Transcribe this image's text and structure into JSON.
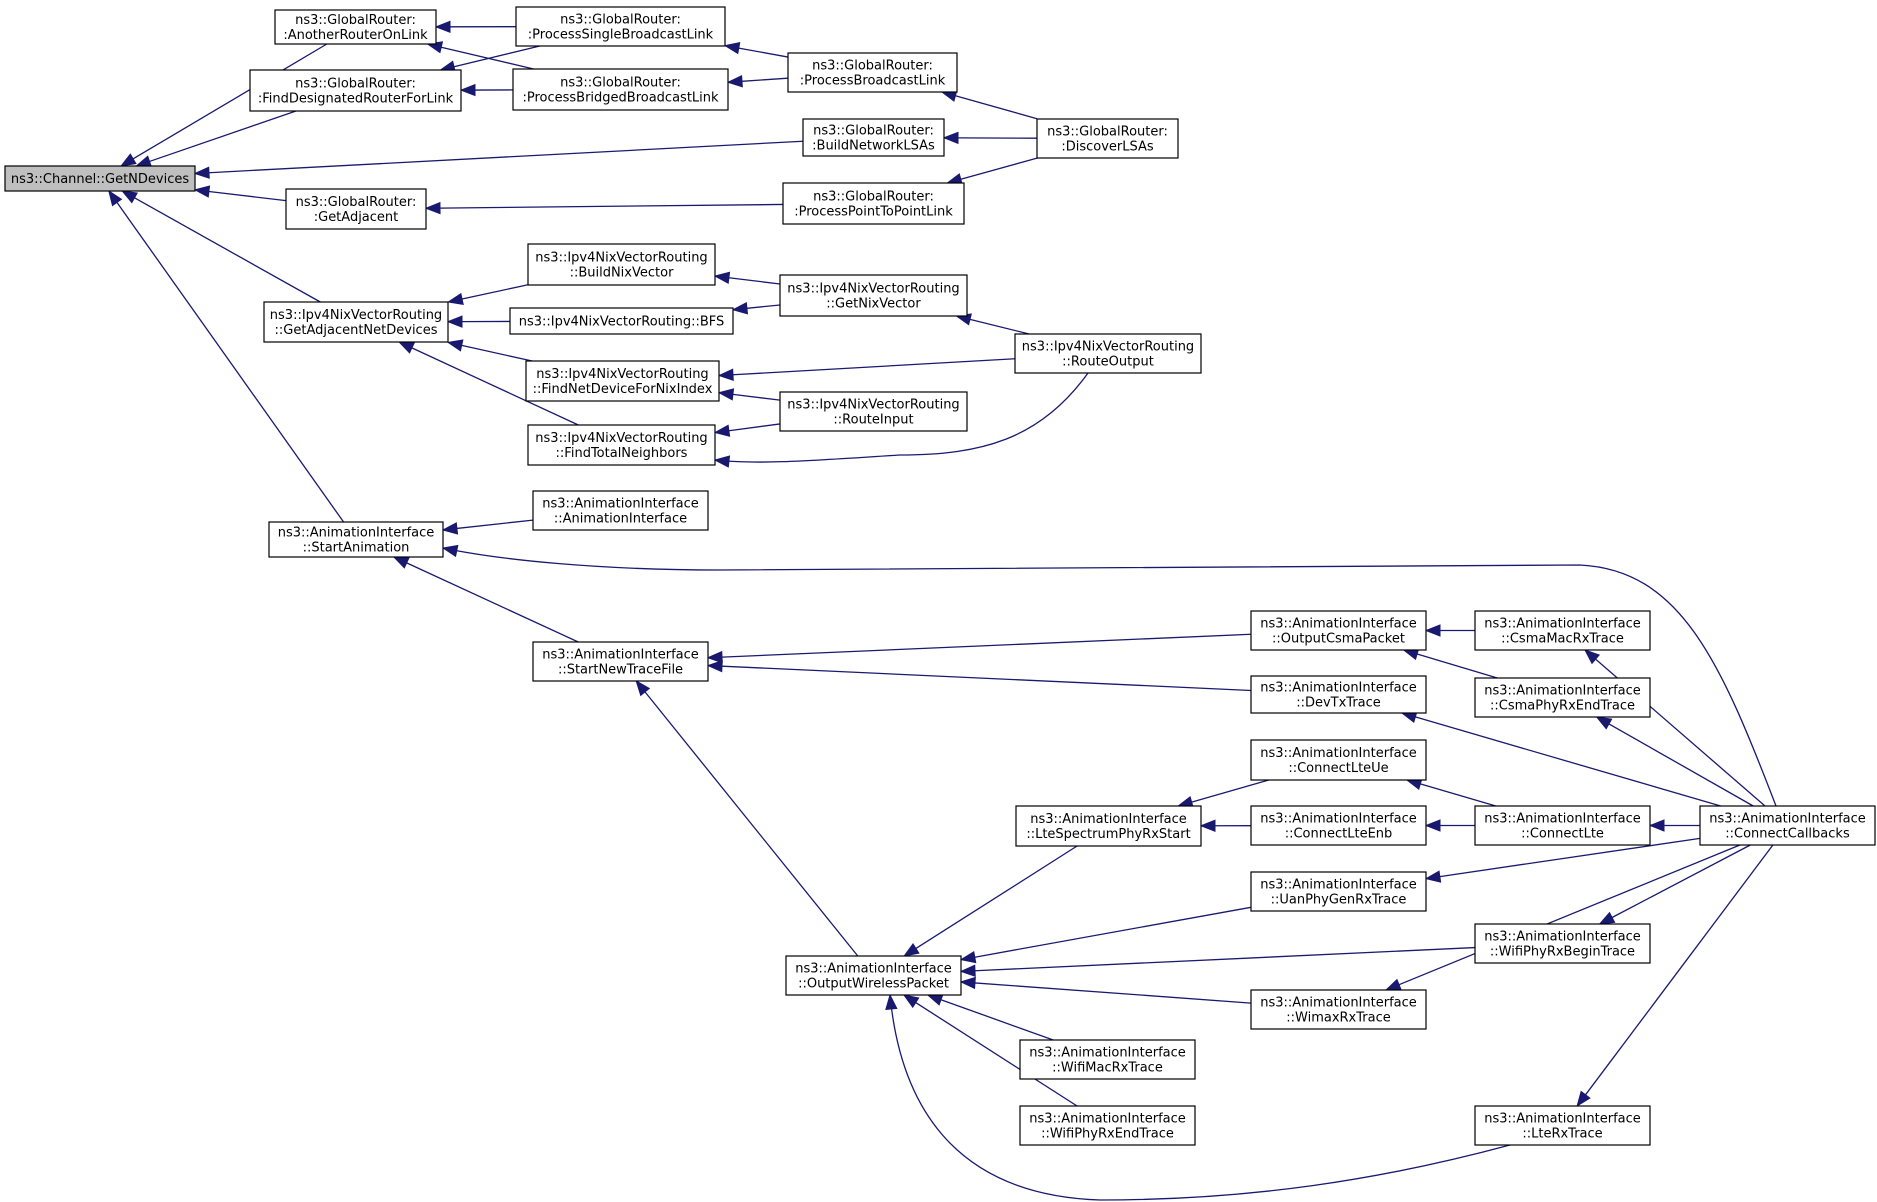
{
  "colors": {
    "edge": "#191970",
    "root_fill": "#bfbfbf",
    "node_fill": "#ffffff",
    "node_stroke": "#000000"
  },
  "nodes": [
    {
      "id": "getndevices",
      "lines": [
        "ns3::Channel::GetNDevices"
      ],
      "root": true
    },
    {
      "id": "anotherrouter",
      "lines": [
        "ns3::GlobalRouter:",
        ":AnotherRouterOnLink"
      ]
    },
    {
      "id": "finddesignated",
      "lines": [
        "ns3::GlobalRouter:",
        ":FindDesignatedRouterForLink"
      ]
    },
    {
      "id": "getadjacent",
      "lines": [
        "ns3::GlobalRouter:",
        ":GetAdjacent"
      ]
    },
    {
      "id": "getadjnetdev",
      "lines": [
        "ns3::Ipv4NixVectorRouting",
        "::GetAdjacentNetDevices"
      ]
    },
    {
      "id": "startanimation",
      "lines": [
        "ns3::AnimationInterface",
        "::StartAnimation"
      ]
    },
    {
      "id": "procsinglebcast",
      "lines": [
        "ns3::GlobalRouter:",
        ":ProcessSingleBroadcastLink"
      ]
    },
    {
      "id": "procbridged",
      "lines": [
        "ns3::GlobalRouter:",
        ":ProcessBridgedBroadcastLink"
      ]
    },
    {
      "id": "procbcast",
      "lines": [
        "ns3::GlobalRouter:",
        ":ProcessBroadcastLink"
      ]
    },
    {
      "id": "buildnetlsas",
      "lines": [
        "ns3::GlobalRouter:",
        ":BuildNetworkLSAs"
      ]
    },
    {
      "id": "discoverlsas",
      "lines": [
        "ns3::GlobalRouter:",
        ":DiscoverLSAs"
      ]
    },
    {
      "id": "procp2p",
      "lines": [
        "ns3::GlobalRouter:",
        ":ProcessPointToPointLink"
      ]
    },
    {
      "id": "buildnix",
      "lines": [
        "ns3::Ipv4NixVectorRouting",
        "::BuildNixVector"
      ]
    },
    {
      "id": "bfs",
      "lines": [
        "ns3::Ipv4NixVectorRouting::BFS"
      ]
    },
    {
      "id": "getnix",
      "lines": [
        "ns3::Ipv4NixVectorRouting",
        "::GetNixVector"
      ]
    },
    {
      "id": "routeoutput",
      "lines": [
        "ns3::Ipv4NixVectorRouting",
        "::RouteOutput"
      ]
    },
    {
      "id": "findnetdev",
      "lines": [
        "ns3::Ipv4NixVectorRouting",
        "::FindNetDeviceForNixIndex"
      ]
    },
    {
      "id": "routeinput",
      "lines": [
        "ns3::Ipv4NixVectorRouting",
        "::RouteInput"
      ]
    },
    {
      "id": "findtotal",
      "lines": [
        "ns3::Ipv4NixVectorRouting",
        "::FindTotalNeighbors"
      ]
    },
    {
      "id": "animctor",
      "lines": [
        "ns3::AnimationInterface",
        "::AnimationInterface"
      ]
    },
    {
      "id": "startnewtrace",
      "lines": [
        "ns3::AnimationInterface",
        "::StartNewTraceFile"
      ]
    },
    {
      "id": "outcsma",
      "lines": [
        "ns3::AnimationInterface",
        "::OutputCsmaPacket"
      ]
    },
    {
      "id": "csmamacrx",
      "lines": [
        "ns3::AnimationInterface",
        "::CsmaMacRxTrace"
      ]
    },
    {
      "id": "csmaphyrxend",
      "lines": [
        "ns3::AnimationInterface",
        "::CsmaPhyRxEndTrace"
      ]
    },
    {
      "id": "devtx",
      "lines": [
        "ns3::AnimationInterface",
        "::DevTxTrace"
      ]
    },
    {
      "id": "connectlteue",
      "lines": [
        "ns3::AnimationInterface",
        "::ConnectLteUe"
      ]
    },
    {
      "id": "ltespectrum",
      "lines": [
        "ns3::AnimationInterface",
        "::LteSpectrumPhyRxStart"
      ]
    },
    {
      "id": "connectlteenb",
      "lines": [
        "ns3::AnimationInterface",
        "::ConnectLteEnb"
      ]
    },
    {
      "id": "connectlte",
      "lines": [
        "ns3::AnimationInterface",
        "::ConnectLte"
      ]
    },
    {
      "id": "connectcb",
      "lines": [
        "ns3::AnimationInterface",
        "::ConnectCallbacks"
      ]
    },
    {
      "id": "uanphy",
      "lines": [
        "ns3::AnimationInterface",
        "::UanPhyGenRxTrace"
      ]
    },
    {
      "id": "wifiphyrxbegin",
      "lines": [
        "ns3::AnimationInterface",
        "::WifiPhyRxBeginTrace"
      ]
    },
    {
      "id": "outwireless",
      "lines": [
        "ns3::AnimationInterface",
        "::OutputWirelessPacket"
      ]
    },
    {
      "id": "wimaxrx",
      "lines": [
        "ns3::AnimationInterface",
        "::WimaxRxTrace"
      ]
    },
    {
      "id": "wifimacrx",
      "lines": [
        "ns3::AnimationInterface",
        "::WifiMacRxTrace"
      ]
    },
    {
      "id": "wifiphyrxend",
      "lines": [
        "ns3::AnimationInterface",
        "::WifiPhyRxEndTrace"
      ]
    },
    {
      "id": "lterx",
      "lines": [
        "ns3::AnimationInterface",
        "::LteRxTrace"
      ]
    }
  ],
  "edges": [
    {
      "from": "anotherrouter",
      "to": "getndevices"
    },
    {
      "from": "finddesignated",
      "to": "getndevices"
    },
    {
      "from": "buildnetlsas",
      "to": "getndevices"
    },
    {
      "from": "getadjacent",
      "to": "getndevices"
    },
    {
      "from": "getadjnetdev",
      "to": "getndevices"
    },
    {
      "from": "startanimation",
      "to": "getndevices"
    },
    {
      "from": "procsinglebcast",
      "to": "anotherrouter"
    },
    {
      "from": "procbridged",
      "to": "anotherrouter"
    },
    {
      "from": "procsinglebcast",
      "to": "finddesignated"
    },
    {
      "from": "procbridged",
      "to": "finddesignated"
    },
    {
      "from": "procbcast",
      "to": "procsinglebcast"
    },
    {
      "from": "procbcast",
      "to": "procbridged"
    },
    {
      "from": "discoverlsas",
      "to": "procbcast"
    },
    {
      "from": "discoverlsas",
      "to": "buildnetlsas"
    },
    {
      "from": "discoverlsas",
      "to": "procp2p"
    },
    {
      "from": "procp2p",
      "to": "getadjacent"
    },
    {
      "from": "buildnix",
      "to": "getadjnetdev"
    },
    {
      "from": "bfs",
      "to": "getadjnetdev"
    },
    {
      "from": "findnetdev",
      "to": "getadjnetdev"
    },
    {
      "from": "findtotal",
      "to": "getadjnetdev"
    },
    {
      "from": "getnix",
      "to": "buildnix"
    },
    {
      "from": "getnix",
      "to": "bfs"
    },
    {
      "from": "routeoutput",
      "to": "getnix"
    },
    {
      "from": "routeoutput",
      "to": "findnetdev"
    },
    {
      "from": "routeoutput",
      "to": "findtotal"
    },
    {
      "from": "routeinput",
      "to": "findnetdev"
    },
    {
      "from": "routeinput",
      "to": "findtotal"
    },
    {
      "from": "animctor",
      "to": "startanimation"
    },
    {
      "from": "connectcb",
      "to": "startanimation"
    },
    {
      "from": "startnewtrace",
      "to": "startanimation"
    },
    {
      "from": "outcsma",
      "to": "startnewtrace"
    },
    {
      "from": "devtx",
      "to": "startnewtrace"
    },
    {
      "from": "outwireless",
      "to": "startnewtrace"
    },
    {
      "from": "csmamacrx",
      "to": "outcsma"
    },
    {
      "from": "csmaphyrxend",
      "to": "outcsma"
    },
    {
      "from": "connectcb",
      "to": "csmamacrx"
    },
    {
      "from": "connectcb",
      "to": "csmaphyrxend"
    },
    {
      "from": "connectcb",
      "to": "devtx"
    },
    {
      "from": "connectlteue",
      "to": "ltespectrum"
    },
    {
      "from": "connectlteenb",
      "to": "ltespectrum"
    },
    {
      "from": "connectlte",
      "to": "connectlteue"
    },
    {
      "from": "connectlte",
      "to": "connectlteenb"
    },
    {
      "from": "connectcb",
      "to": "connectlte"
    },
    {
      "from": "connectcb",
      "to": "uanphy"
    },
    {
      "from": "connectcb",
      "to": "wifiphyrxbegin"
    },
    {
      "from": "connectcb",
      "to": "wimaxrx"
    },
    {
      "from": "connectcb",
      "to": "lterx"
    },
    {
      "from": "ltespectrum",
      "to": "outwireless"
    },
    {
      "from": "uanphy",
      "to": "outwireless"
    },
    {
      "from": "wifiphyrxbegin",
      "to": "outwireless"
    },
    {
      "from": "wimaxrx",
      "to": "outwireless"
    },
    {
      "from": "wifimacrx",
      "to": "outwireless"
    },
    {
      "from": "wifiphyrxend",
      "to": "outwireless"
    },
    {
      "from": "lterx",
      "to": "outwireless"
    }
  ]
}
